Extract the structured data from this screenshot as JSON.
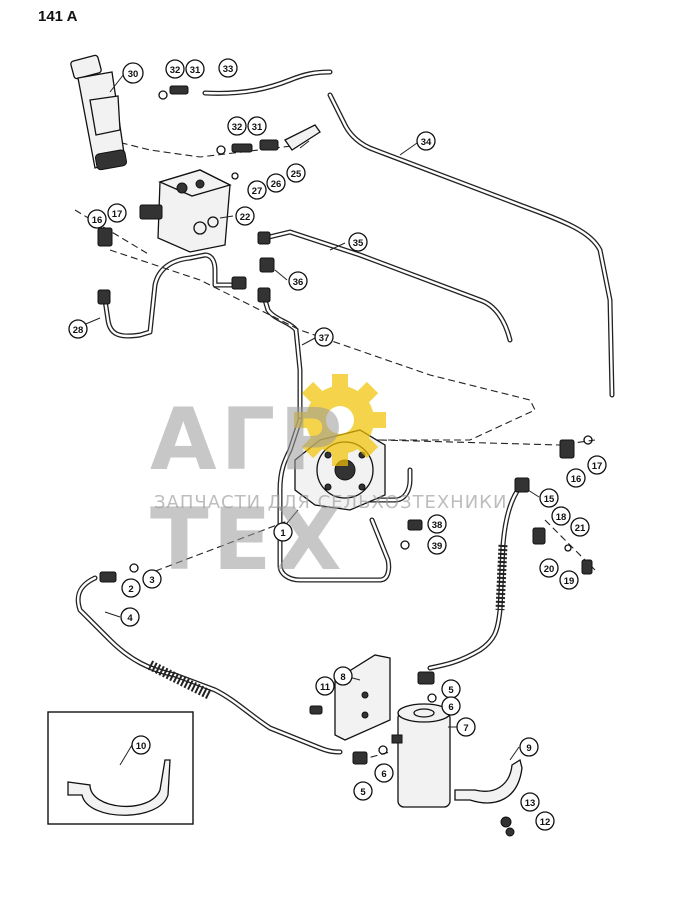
{
  "page_label": "141 A",
  "watermark": {
    "title": "АГР ТЕХ",
    "subtitle": "ЗАПЧАСТИ ДЛЯ СЕЛЬХОЗТЕХНИКИ",
    "gear_color": "#f2c200"
  },
  "callouts": [
    {
      "id": "c30",
      "label": "30"
    },
    {
      "id": "c32a",
      "label": "32"
    },
    {
      "id": "c31a",
      "label": "31"
    },
    {
      "id": "c33",
      "label": "33"
    },
    {
      "id": "c32b",
      "label": "32"
    },
    {
      "id": "c31b",
      "label": "31"
    },
    {
      "id": "c34",
      "label": "34"
    },
    {
      "id": "c25",
      "label": "25"
    },
    {
      "id": "c26",
      "label": "26"
    },
    {
      "id": "c27",
      "label": "27"
    },
    {
      "id": "c22",
      "label": "22"
    },
    {
      "id": "c16a",
      "label": "16"
    },
    {
      "id": "c17a",
      "label": "17"
    },
    {
      "id": "c35",
      "label": "35"
    },
    {
      "id": "c36",
      "label": "36"
    },
    {
      "id": "c28",
      "label": "28"
    },
    {
      "id": "c37",
      "label": "37"
    },
    {
      "id": "c17b",
      "label": "17"
    },
    {
      "id": "c16b",
      "label": "16"
    },
    {
      "id": "c15",
      "label": "15"
    },
    {
      "id": "c1",
      "label": "1"
    },
    {
      "id": "c18",
      "label": "18"
    },
    {
      "id": "c21",
      "label": "21"
    },
    {
      "id": "c38",
      "label": "38"
    },
    {
      "id": "c39",
      "label": "39"
    },
    {
      "id": "c20",
      "label": "20"
    },
    {
      "id": "c19",
      "label": "19"
    },
    {
      "id": "c2",
      "label": "2"
    },
    {
      "id": "c3",
      "label": "3"
    },
    {
      "id": "c4",
      "label": "4"
    },
    {
      "id": "c8",
      "label": "8"
    },
    {
      "id": "c11",
      "label": "11"
    },
    {
      "id": "c5a",
      "label": "5"
    },
    {
      "id": "c6a",
      "label": "6"
    },
    {
      "id": "c7",
      "label": "7"
    },
    {
      "id": "c10",
      "label": "10"
    },
    {
      "id": "c9",
      "label": "9"
    },
    {
      "id": "c6b",
      "label": "6"
    },
    {
      "id": "c5b",
      "label": "5"
    },
    {
      "id": "c13",
      "label": "13"
    },
    {
      "id": "c12",
      "label": "12"
    }
  ]
}
